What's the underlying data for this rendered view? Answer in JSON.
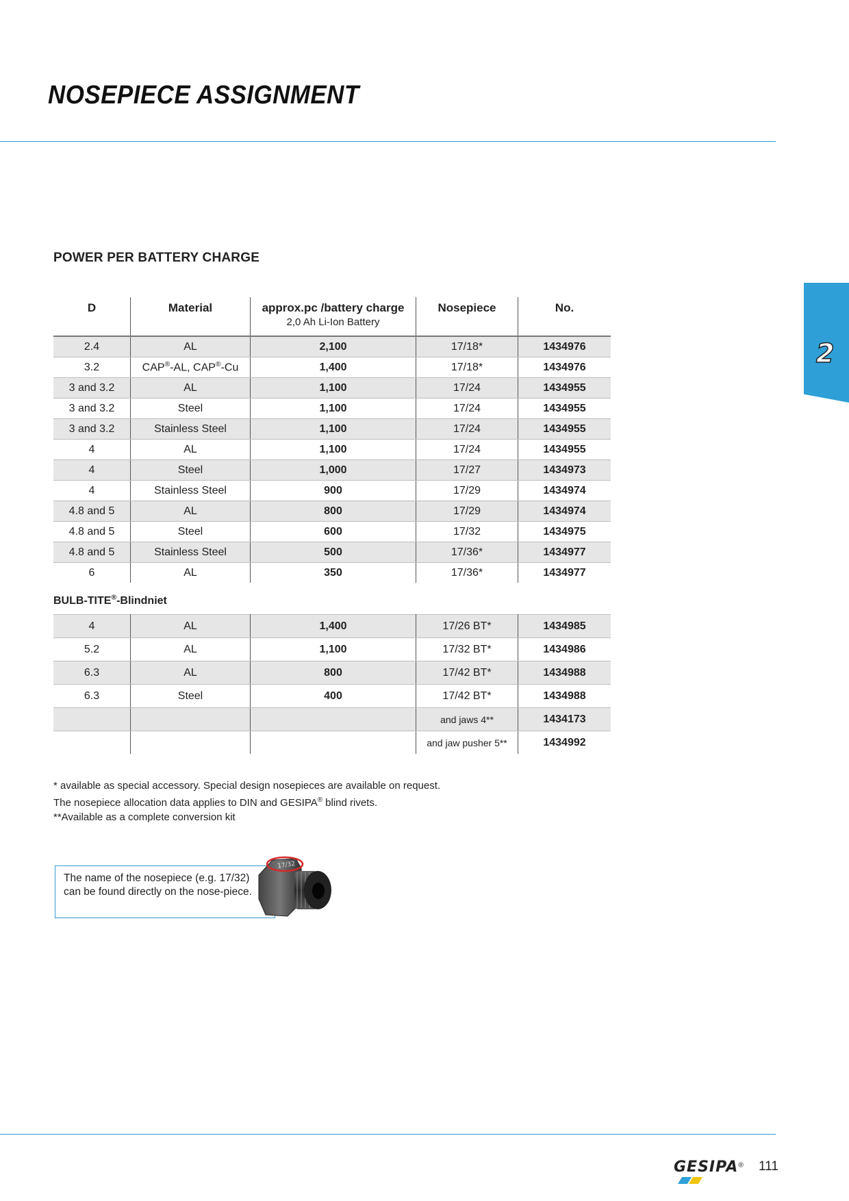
{
  "page": {
    "title": "NOSEPIECE ASSIGNMENT",
    "chapter": "2",
    "page_number": "111",
    "brand": "GESIPA",
    "brand_mark": "®"
  },
  "colors": {
    "accent": "#2e9fd7",
    "row_shade": "#e6e6e6"
  },
  "main_table": {
    "section_title": "POWER PER BATTERY CHARGE",
    "headers": {
      "d": "D",
      "material": "Material",
      "charge": "approx.pc /battery charge",
      "charge_sub": "2,0 Ah Li-Ion Battery",
      "nosepiece": "Nosepiece",
      "no": "No."
    },
    "rows": [
      {
        "d": "2.4",
        "material": "AL",
        "charge": "2,100",
        "nosepiece": "17/18*",
        "no": "1434976"
      },
      {
        "d": "3.2",
        "material": "CAP®-AL, CAP®-Cu",
        "charge": "1,400",
        "nosepiece": "17/18*",
        "no": "1434976"
      },
      {
        "d": "3 and 3.2",
        "material": "AL",
        "charge": "1,100",
        "nosepiece": "17/24",
        "no": "1434955"
      },
      {
        "d": "3 and 3.2",
        "material": "Steel",
        "charge": "1,100",
        "nosepiece": "17/24",
        "no": "1434955"
      },
      {
        "d": "3 and 3.2",
        "material": "Stainless Steel",
        "charge": "1,100",
        "nosepiece": "17/24",
        "no": "1434955"
      },
      {
        "d": "4",
        "material": "AL",
        "charge": "1,100",
        "nosepiece": "17/24",
        "no": "1434955"
      },
      {
        "d": "4",
        "material": "Steel",
        "charge": "1,000",
        "nosepiece": "17/27",
        "no": "1434973"
      },
      {
        "d": "4",
        "material": "Stainless Steel",
        "charge": "900",
        "nosepiece": "17/29",
        "no": "1434974"
      },
      {
        "d": "4.8 and 5",
        "material": "AL",
        "charge": "800",
        "nosepiece": "17/29",
        "no": "1434974"
      },
      {
        "d": "4.8 and 5",
        "material": "Steel",
        "charge": "600",
        "nosepiece": "17/32",
        "no": "1434975"
      },
      {
        "d": "4.8 and 5",
        "material": "Stainless Steel",
        "charge": "500",
        "nosepiece": "17/36*",
        "no": "1434977"
      },
      {
        "d": "6",
        "material": "AL",
        "charge": "350",
        "nosepiece": "17/36*",
        "no": "1434977"
      }
    ]
  },
  "bulb_table": {
    "heading": "BULB-TITE®-Blindniet",
    "rows": [
      {
        "d": "4",
        "material": "AL",
        "charge": "1,400",
        "nosepiece": "17/26 BT*",
        "no": "1434985"
      },
      {
        "d": "5.2",
        "material": "AL",
        "charge": "1,100",
        "nosepiece": "17/32 BT*",
        "no": "1434986"
      },
      {
        "d": "6.3",
        "material": "AL",
        "charge": "800",
        "nosepiece": "17/42 BT*",
        "no": "1434988"
      },
      {
        "d": "6.3",
        "material": "Steel",
        "charge": "400",
        "nosepiece": "17/42 BT*",
        "no": "1434988"
      },
      {
        "d": "",
        "material": "",
        "charge": "",
        "nosepiece": "and jaws 4**",
        "no": "1434173"
      },
      {
        "d": "",
        "material": "",
        "charge": "",
        "nosepiece": "and jaw pusher 5**",
        "no": "1434992"
      }
    ]
  },
  "footnotes": [
    "* available as special accessory. Special design nosepieces are available on request.",
    "The nosepiece allocation data applies to DIN and GESIPA® blind rivets.",
    "**Available as a complete conversion kit"
  ],
  "callout": {
    "text": "The name of the nosepiece (e.g. 17/32) can be found directly on the nose-piece.",
    "engraving": "17/32"
  }
}
